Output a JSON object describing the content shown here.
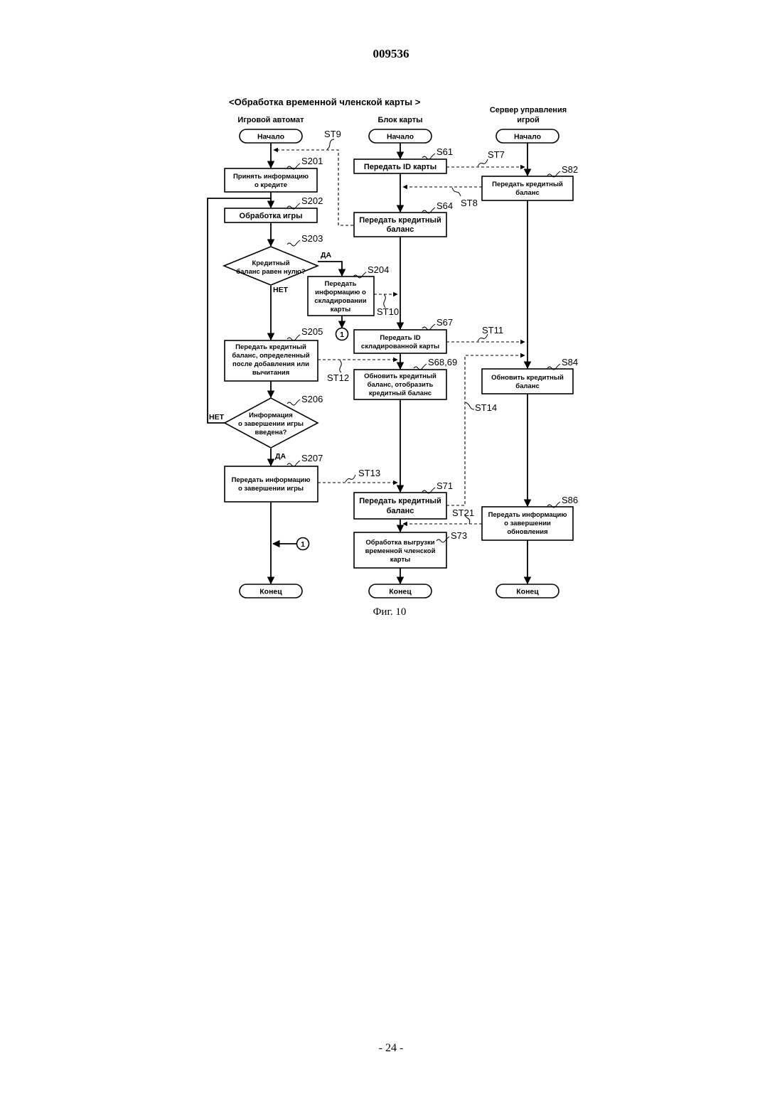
{
  "header": {
    "doc_number": "009536"
  },
  "footer": {
    "page_number": "- 24 -"
  },
  "diagram": {
    "title": "<Обработка временной членской  карты >",
    "caption": "Фиг. 10",
    "lanes": {
      "machine": "Игровой автомат",
      "card": "Блок карты",
      "server_l1": "Сервер управления",
      "server_l2": "игрой"
    },
    "terminals": {
      "start": "Начало",
      "end": "Конец"
    },
    "yes": "ДА",
    "no": "НЕТ",
    "connector": "1",
    "steps": {
      "S201": {
        "label": "S201",
        "lines": [
          "Принять информацию",
          "о кредите"
        ]
      },
      "S202": {
        "label": "S202",
        "lines": [
          "Обработка игры"
        ]
      },
      "S203": {
        "label": "S203",
        "lines": [
          "Кредитный",
          "баланс равен нулю?"
        ]
      },
      "S204": {
        "label": "S204",
        "lines": [
          "Передать",
          "информацию о",
          "складировании",
          "карты"
        ]
      },
      "S205": {
        "label": "S205",
        "lines": [
          "Передать кредитный",
          "баланс, определенный",
          "после добавления или",
          "вычитания"
        ]
      },
      "S206": {
        "label": "S206",
        "lines": [
          "Информация",
          "о завершении игры",
          "введена?"
        ]
      },
      "S207": {
        "label": "S207",
        "lines": [
          "Передать информацию",
          "о завершении игры"
        ]
      },
      "S61": {
        "label": "S61",
        "lines": [
          "Передать ID карты"
        ]
      },
      "S64": {
        "label": "S64",
        "lines": [
          "Передать кредитный",
          "баланс"
        ]
      },
      "S67": {
        "label": "S67",
        "lines": [
          "Передать ID",
          "складированной карты"
        ]
      },
      "S68": {
        "label": "S68,69",
        "lines": [
          "Обновить кредитный",
          "баланс, отобразить",
          "кредитный баланс"
        ]
      },
      "S71": {
        "label": "S71",
        "lines": [
          "Передать кредитный",
          "баланс"
        ]
      },
      "S73": {
        "label": "S73",
        "lines": [
          "Обработка выгрузки",
          "временной членской",
          "карты"
        ]
      },
      "S82": {
        "label": "S82",
        "lines": [
          "Передать кредитный",
          "баланс"
        ]
      },
      "S84": {
        "label": "S84",
        "lines": [
          "Обновить кредитный",
          "баланс"
        ]
      },
      "S86": {
        "label": "S86",
        "lines": [
          "Передать информацию",
          "о завершении",
          "обновления"
        ]
      }
    },
    "signals": {
      "ST7": "ST7",
      "ST8": "ST8",
      "ST9": "ST9",
      "ST10": "ST10",
      "ST11": "ST11",
      "ST12": "ST12",
      "ST13": "ST13",
      "ST14": "ST14",
      "ST21": "ST21"
    }
  }
}
